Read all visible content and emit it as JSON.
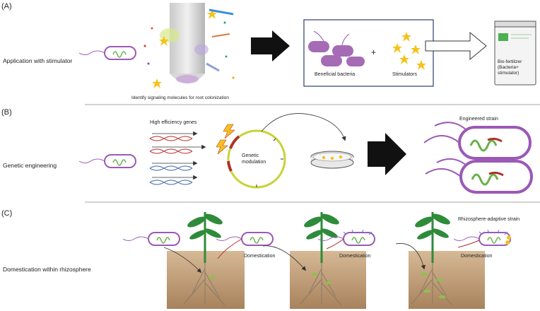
{
  "panels": {
    "a": {
      "label": "(A)",
      "title": "Application with stimulator",
      "root_caption": "Identify signaling molecules for root colonization",
      "box_bacteria_label": "Beneficial bacteria",
      "plus": "+",
      "box_stimulators_label": "Stimulators",
      "product_line1": "Bio-fertilizer",
      "product_line2": "(Bacteria+",
      "product_line3": "stimulator)"
    },
    "b": {
      "label": "(B)",
      "title": "Genetic engineering",
      "genes_label": "High efficiency genes",
      "modulation_line1": "Genetic",
      "modulation_line2": "modulation",
      "strain_label": "Engineered strain"
    },
    "c": {
      "label": "(C)",
      "title": "Domestication within rhizosphere",
      "step1": "Domestication",
      "step2": "Domestication",
      "step3": "Domestication",
      "strain_label": "Rhizosphere-adaptive strain"
    }
  },
  "colors": {
    "bacteria_outline": "#9b59b6",
    "bacteria_fill": "#a56bb5",
    "dna_green": "#6ab04c",
    "plasmid_yellow": "#c8d33a",
    "gene_red": "#b0302a",
    "star_gold": "#f5c21b",
    "soil": "#c9a882",
    "plant_green": "#2e8b3a",
    "arrow_black": "#111111"
  }
}
